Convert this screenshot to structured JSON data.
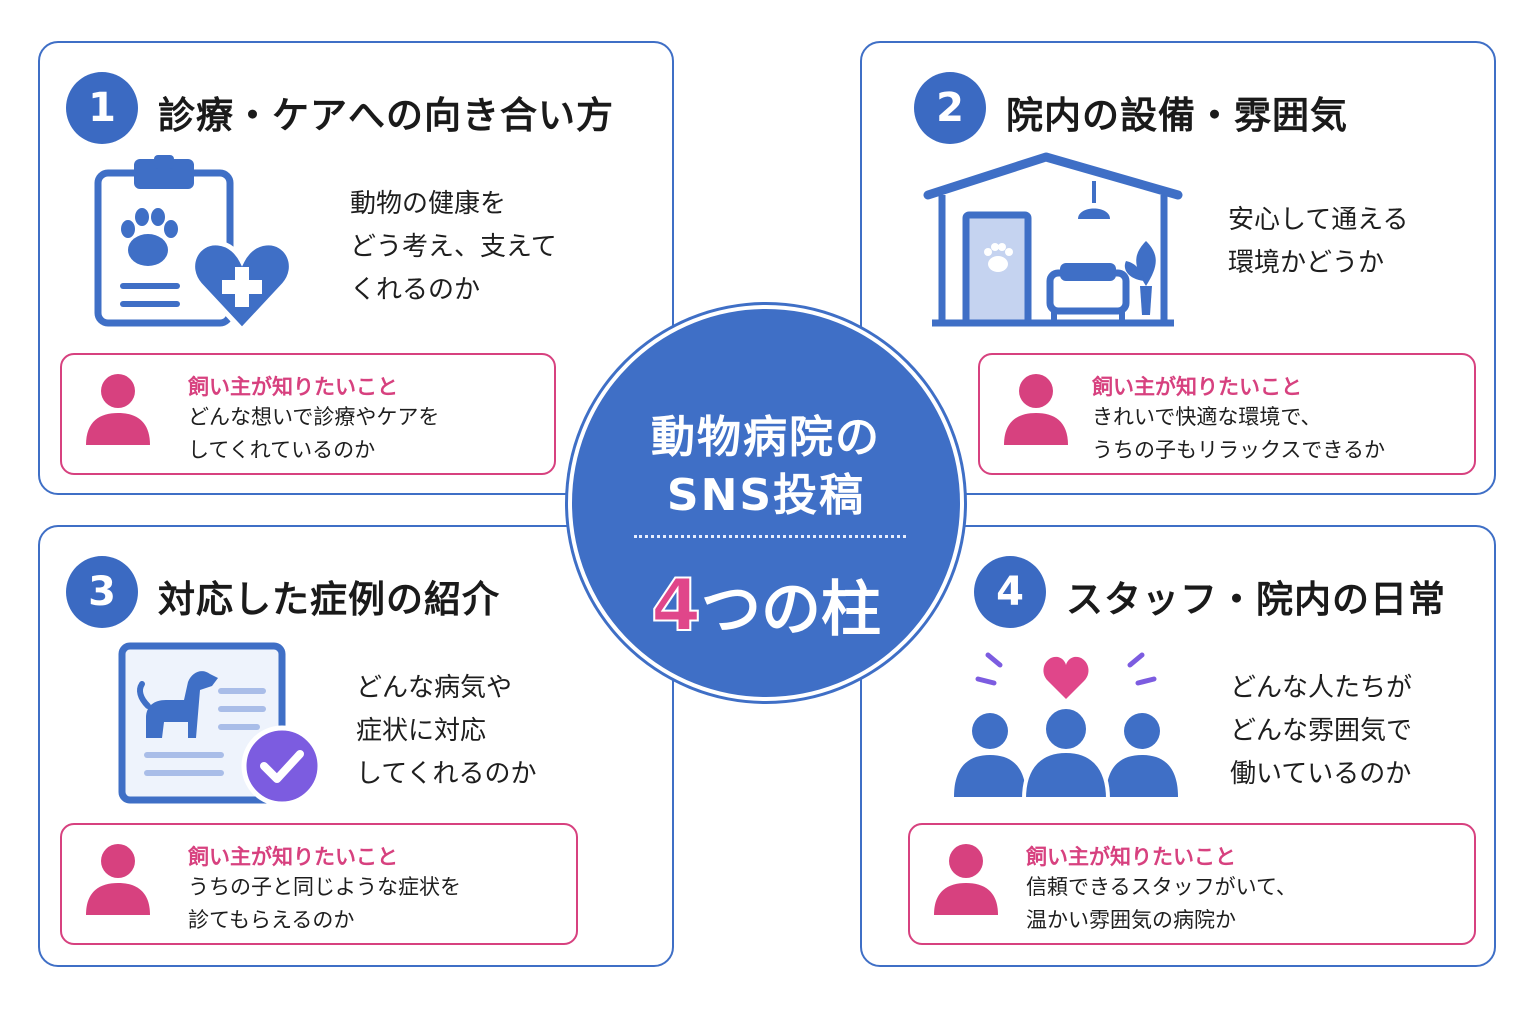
{
  "center": {
    "line1": "動物病院の",
    "line2": "SNS投稿",
    "pillars_number": "4",
    "pillars_text": "つの柱"
  },
  "colors": {
    "primary_blue": "#3f6fc6",
    "accent_pink": "#d7417f",
    "purple": "#7c5ce0"
  },
  "pillars": [
    {
      "number": "1",
      "title": "診療・ケアへの向き合い方",
      "icon": "clipboard-paw-heart-icon",
      "description": [
        "動物の健康を",
        "どう考え、支えて",
        "くれるのか"
      ],
      "owner_need": {
        "heading": "飼い主が知りたいこと",
        "lines": [
          "どんな想いで診療やケアを",
          "してくれているのか"
        ]
      }
    },
    {
      "number": "2",
      "title": "院内の設備・雰囲気",
      "icon": "clinic-interior-icon",
      "description": [
        "安心して通える",
        "環境かどうか"
      ],
      "owner_need": {
        "heading": "飼い主が知りたいこと",
        "lines": [
          "きれいで快適な環境で、",
          "うちの子もリラックスできるか"
        ]
      }
    },
    {
      "number": "3",
      "title": "対応した症例の紹介",
      "icon": "case-record-dog-check-icon",
      "description": [
        "どんな病気や",
        "症状に対応",
        "してくれるのか"
      ],
      "owner_need": {
        "heading": "飼い主が知りたいこと",
        "lines": [
          "うちの子と同じような症状を",
          "診てもらえるのか"
        ]
      }
    },
    {
      "number": "4",
      "title": "スタッフ・院内の日常",
      "icon": "staff-team-heart-icon",
      "description": [
        "どんな人たちが",
        "どんな雰囲気で",
        "働いているのか"
      ],
      "owner_need": {
        "heading": "飼い主が知りたいこと",
        "lines": [
          "信頼できるスタッフがいて、",
          "温かい雰囲気の病院か"
        ]
      }
    }
  ]
}
